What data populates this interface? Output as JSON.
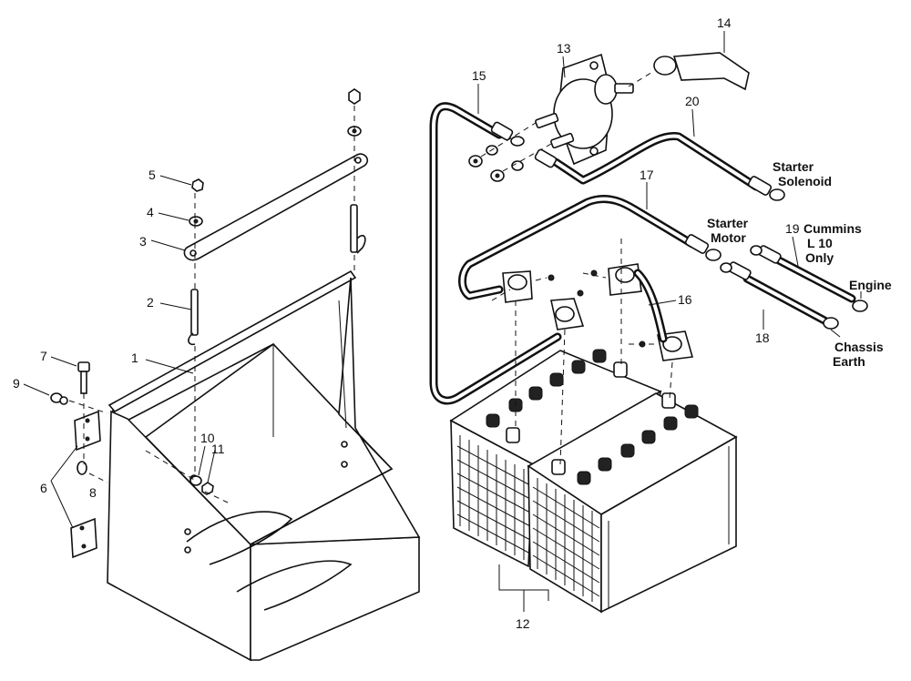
{
  "callouts": {
    "c1": "1",
    "c2": "2",
    "c3": "3",
    "c4": "4",
    "c5": "5",
    "c6": "6",
    "c7": "7",
    "c8": "8",
    "c9": "9",
    "c10": "10",
    "c11": "11",
    "c12": "12",
    "c13": "13",
    "c14": "14",
    "c15": "15",
    "c16": "16",
    "c17": "17",
    "c18": "18",
    "c19": "19",
    "c20": "20"
  },
  "annotations": {
    "starter_solenoid_line1": "Starter",
    "starter_solenoid_line2": "Solenoid",
    "starter_motor_line1": "Starter",
    "starter_motor_line2": "Motor",
    "cummins_line1": "Cummins",
    "cummins_line2": "L 10",
    "cummins_line3": "Only",
    "engine": "Engine",
    "chassis_earth_line1": "Chassis",
    "chassis_earth_line2": "Earth"
  }
}
